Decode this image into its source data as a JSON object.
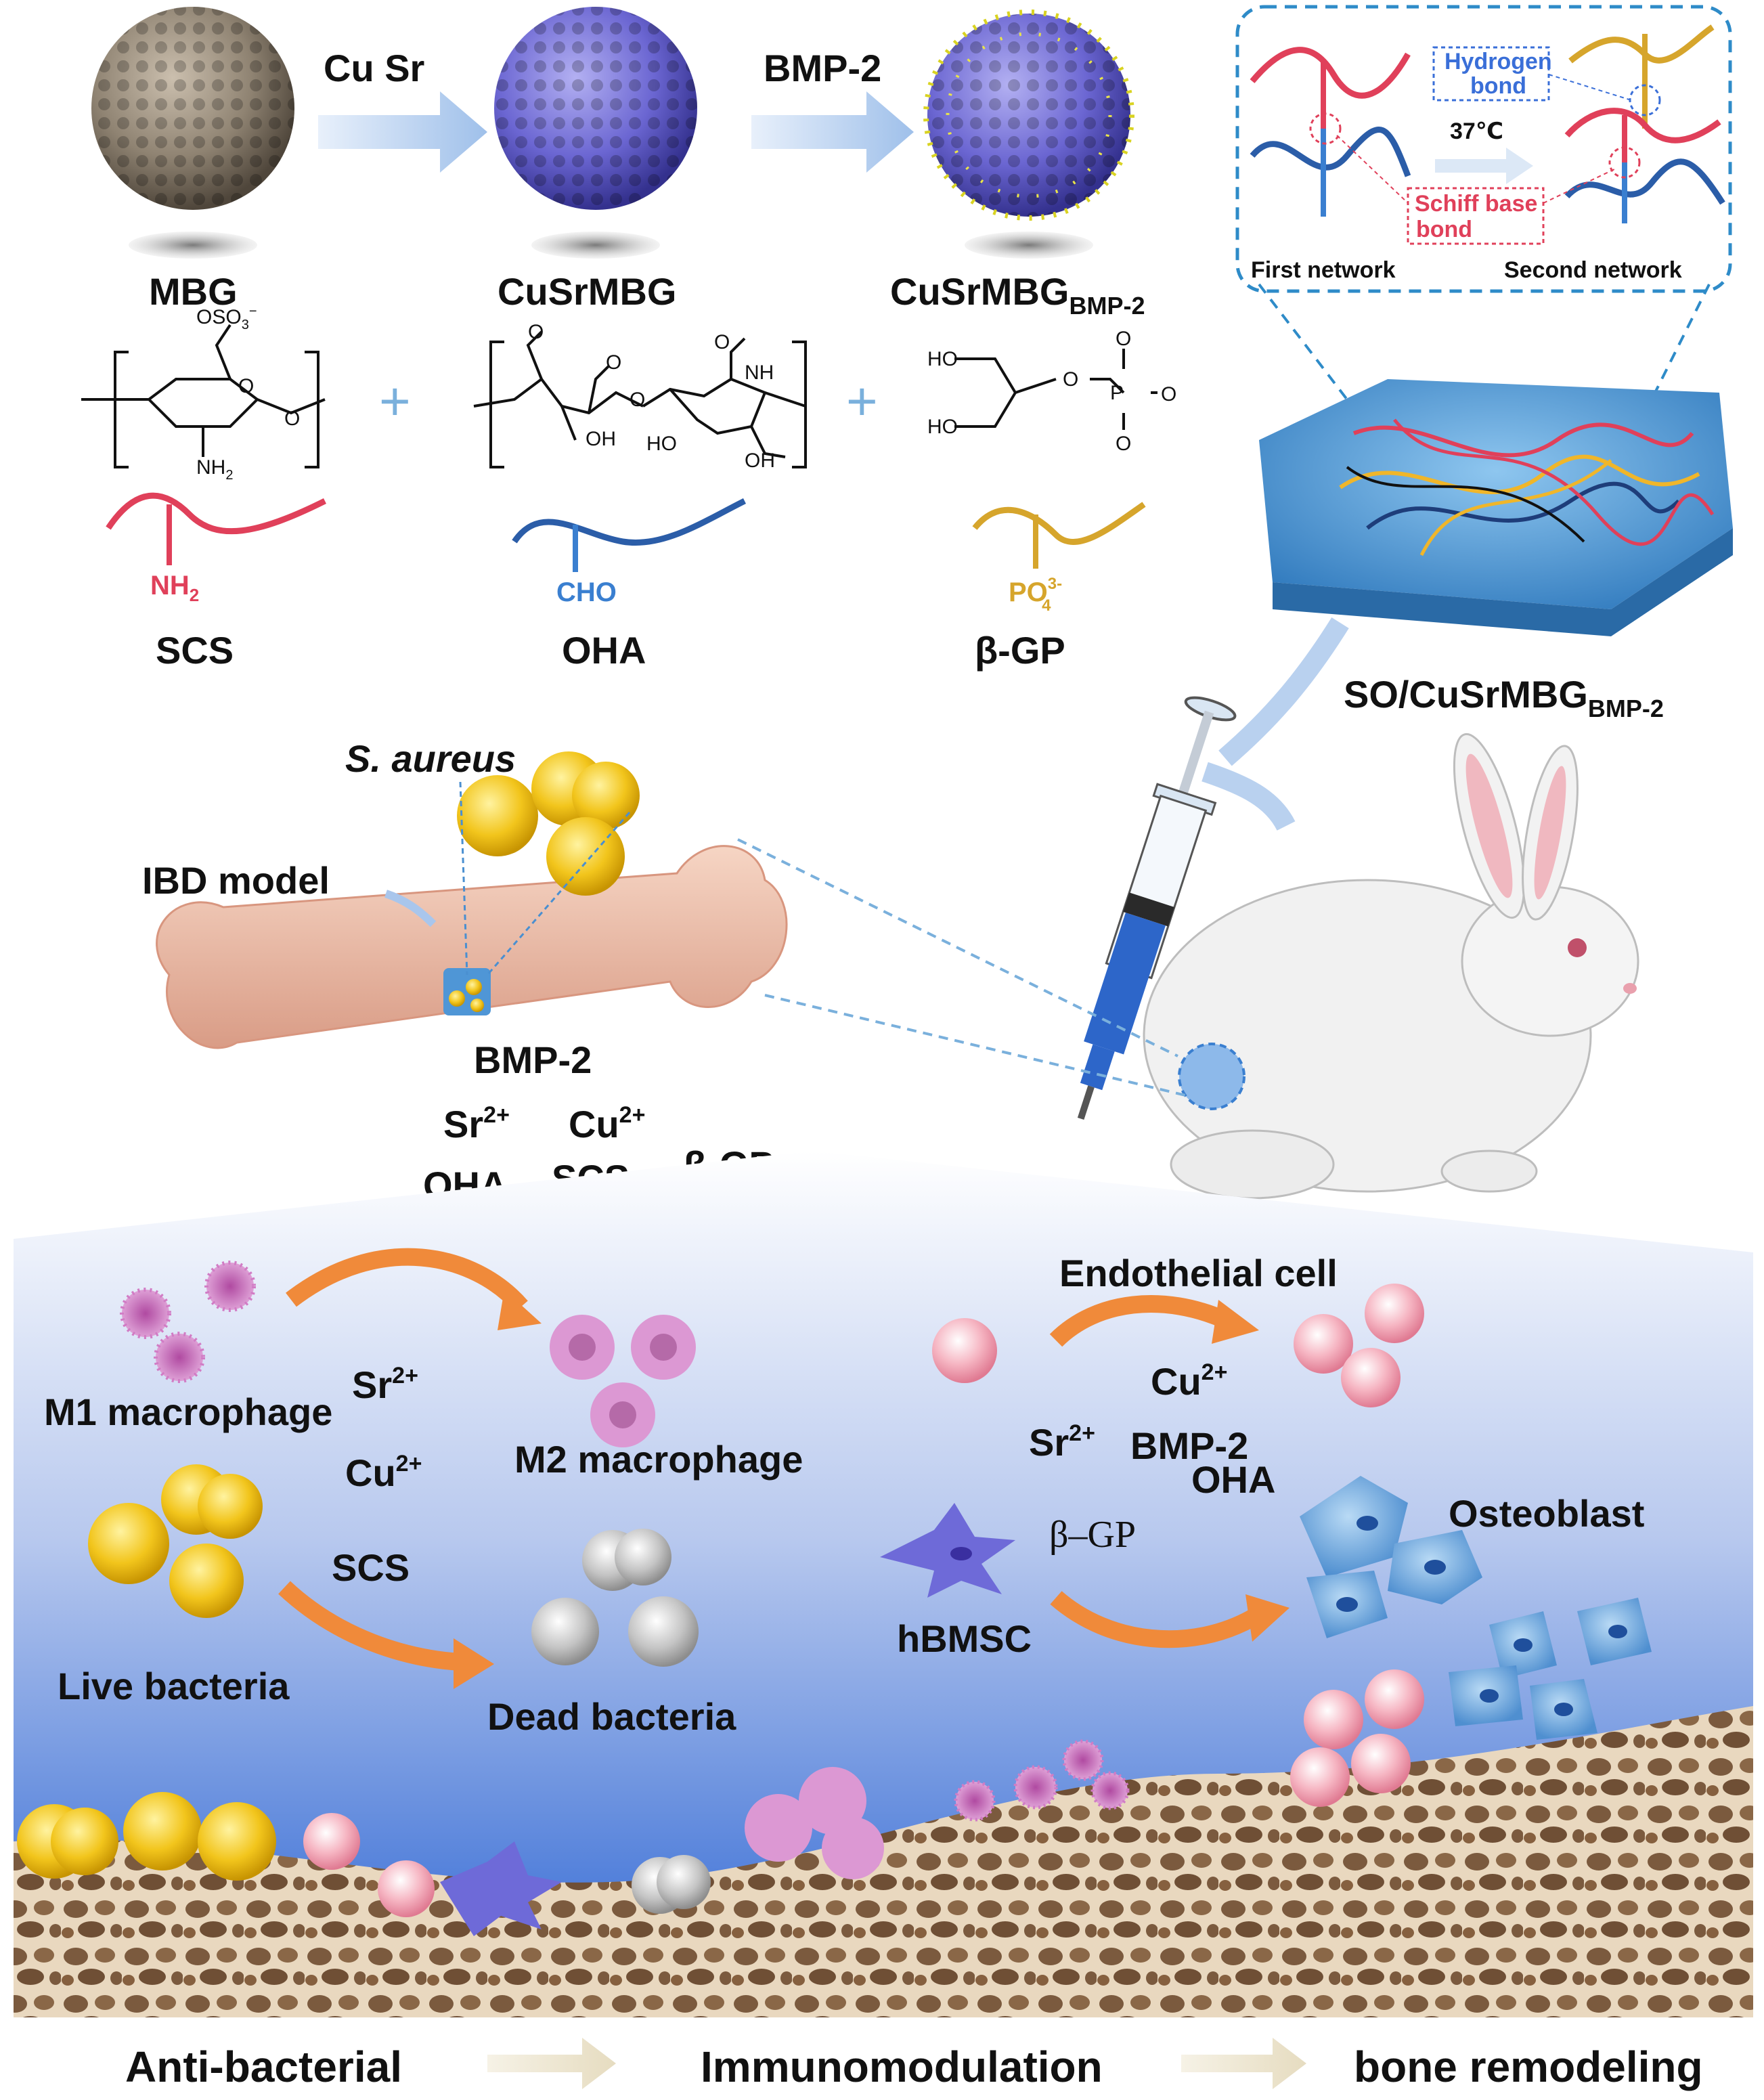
{
  "synthesis": {
    "arrow1": "Cu Sr",
    "arrow2": "BMP-2",
    "mbg": "MBG",
    "cusrmbg": "CuSrMBG",
    "cusrmbg_bmp_main": "CuSrMBG",
    "cusrmbg_bmp_sub": "BMP-2"
  },
  "network": {
    "hydrogen_bond_1": "Hydrogen",
    "hydrogen_bond_2": "bond",
    "temperature": "37℃",
    "schiff_1": "Schiff base",
    "schiff_2": "bond",
    "first_network": "First network",
    "second_network": "Second network"
  },
  "components": {
    "scs": "SCS",
    "oha": "OHA",
    "bgp": "β-GP",
    "nh2": "NH",
    "nh2_sub": "2",
    "cho": "CHO",
    "po4": "PO",
    "po4_sup": "3-",
    "po4_sub": "4"
  },
  "hydrogel": {
    "main": "SO/CuSrMBG",
    "sub": "BMP-2"
  },
  "model": {
    "s_aureus": "S. aureus",
    "ibd_model": "IBD model",
    "bmp2": "BMP-2",
    "sr": "Sr",
    "cu": "Cu",
    "ion_charge": "2+",
    "oha": "OHA",
    "scs": "SCS",
    "bgp": "β-GP"
  },
  "bottom": {
    "m1": "M1 macrophage",
    "m2": "M2 macrophage",
    "sr": "Sr",
    "cu": "Cu",
    "charge": "2+",
    "scs": "SCS",
    "live": "Live bacteria",
    "dead": "Dead bacteria",
    "endothelial": "Endothelial cell",
    "bmp2": "BMP-2",
    "oha": "OHA",
    "bgp": "β–GP",
    "osteoblast": "Osteoblast",
    "hbmsc": "hBMSC"
  },
  "footer": {
    "anti_bacterial": "Anti-bacterial",
    "immunomodulation": "Immunomodulation",
    "bone_remodeling": "bone remodeling"
  }
}
